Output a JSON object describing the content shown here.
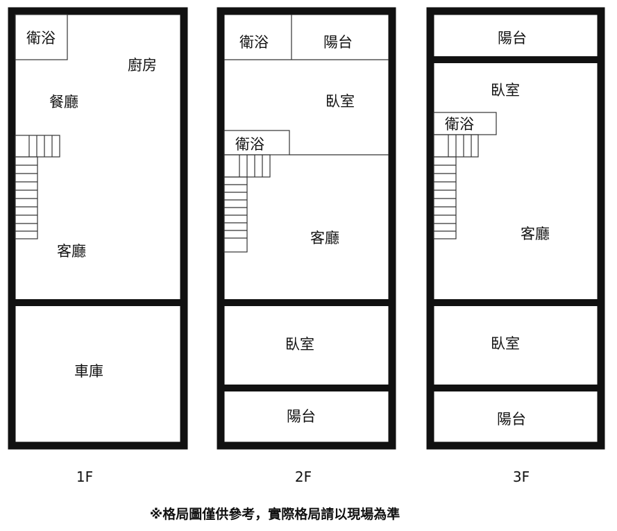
{
  "floors": [
    {
      "label": "1F",
      "rooms": [
        "衛浴",
        "廚房",
        "餐廳",
        "客廳",
        "車庫"
      ]
    },
    {
      "label": "2F",
      "rooms": [
        "衛浴",
        "陽台",
        "臥室",
        "衛浴",
        "客廳",
        "臥室",
        "陽台"
      ]
    },
    {
      "label": "3F",
      "rooms": [
        "陽台",
        "臥室",
        "衛浴",
        "客廳",
        "臥室",
        "陽台"
      ]
    }
  ],
  "note": "※格局圖僅供參考，實際格局請以現場為準",
  "colors": {
    "wall": "#111111",
    "line": "#333333",
    "background": "#ffffff"
  }
}
